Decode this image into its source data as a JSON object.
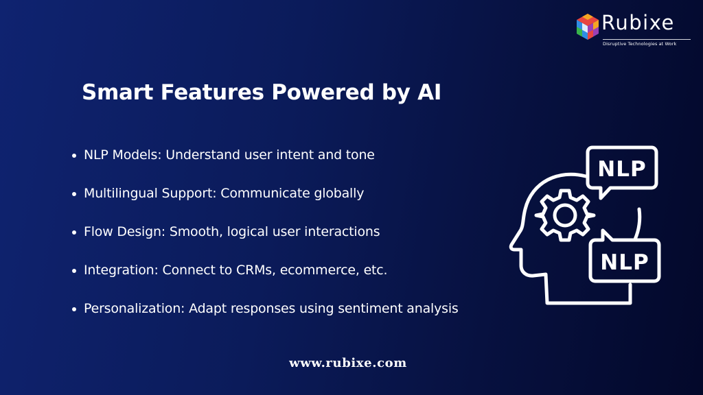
{
  "brand": {
    "name": "Rubixe",
    "tagline": "Disruptive Technologies at Work",
    "logo_colors": [
      "#e8463f",
      "#f5a623",
      "#2f8de4",
      "#38b44a",
      "#9b3fb5",
      "#0c2c6e"
    ]
  },
  "slide": {
    "title": "Smart Features Powered by AI",
    "features": [
      "NLP Models: Understand user intent and tone",
      "Multilingual Support: Communicate globally",
      "Flow Design: Smooth, logical user interactions",
      "Integration: Connect to CRMs, ecommerce, etc.",
      "Personalization: Adapt responses using sentiment analysis"
    ],
    "illustration": {
      "icon": "head-gear-speech-bubbles-icon",
      "bubble_top_text": "NLP",
      "bubble_bottom_text": "NLP"
    }
  },
  "footer": {
    "website": "www.rubixe.com"
  },
  "colors": {
    "background_start": "#0f2370",
    "background_end": "#03082a",
    "text": "#ffffff"
  }
}
